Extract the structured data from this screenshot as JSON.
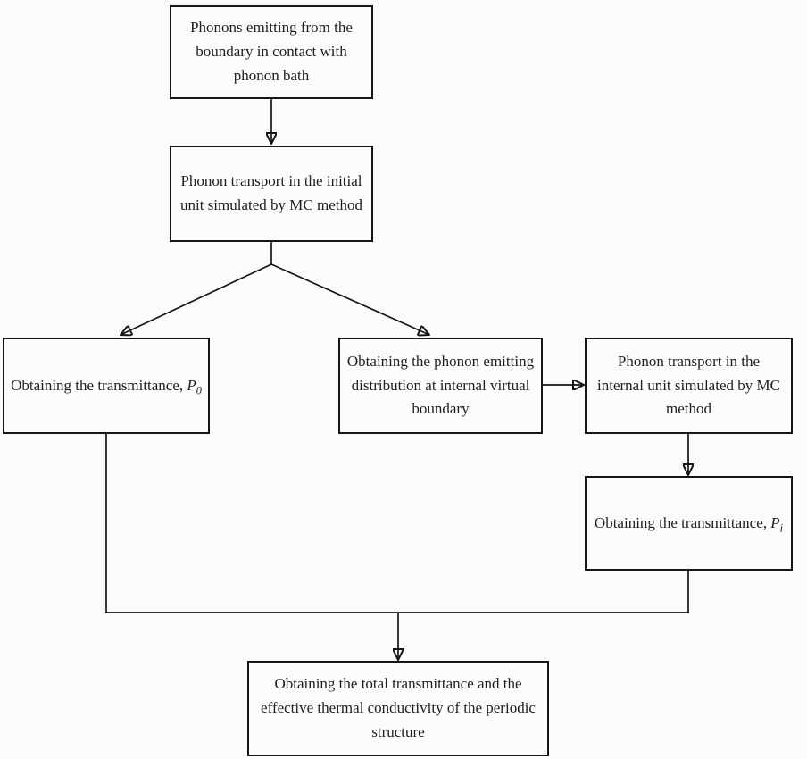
{
  "diagram": {
    "type": "flowchart",
    "boxes": {
      "phonon_bath": {
        "text": "Phonons emitting from the boundary in contact with phonon bath"
      },
      "initial_transport": {
        "text": "Phonon transport in the initial unit simulated by MC method"
      },
      "transmittance_p0": {
        "prefix": "Obtaining the transmittance, ",
        "symbol": "P",
        "subscript": "0"
      },
      "emitting_distribution": {
        "text": "Obtaining the phonon emitting distribution at internal virtual boundary"
      },
      "internal_transport": {
        "text": "Phonon transport in the internal unit simulated by MC method"
      },
      "transmittance_pi": {
        "prefix": "Obtaining the transmittance, ",
        "symbol": "P",
        "subscript": "i"
      },
      "total_result": {
        "text": "Obtaining the total transmittance and the effective thermal conductivity of the periodic structure"
      }
    },
    "connectors": [
      {
        "from": "phonon_bath",
        "to": "initial_transport"
      },
      {
        "from": "initial_transport",
        "to": "transmittance_p0"
      },
      {
        "from": "initial_transport",
        "to": "emitting_distribution"
      },
      {
        "from": "emitting_distribution",
        "to": "internal_transport"
      },
      {
        "from": "internal_transport",
        "to": "transmittance_pi"
      },
      {
        "from": "transmittance_p0",
        "to": "total_result"
      },
      {
        "from": "transmittance_pi",
        "to": "total_result"
      }
    ],
    "colors": {
      "border": "#161616",
      "text": "#1e1e1e",
      "arrow": "#161616",
      "background": "#fbfbfa"
    }
  }
}
